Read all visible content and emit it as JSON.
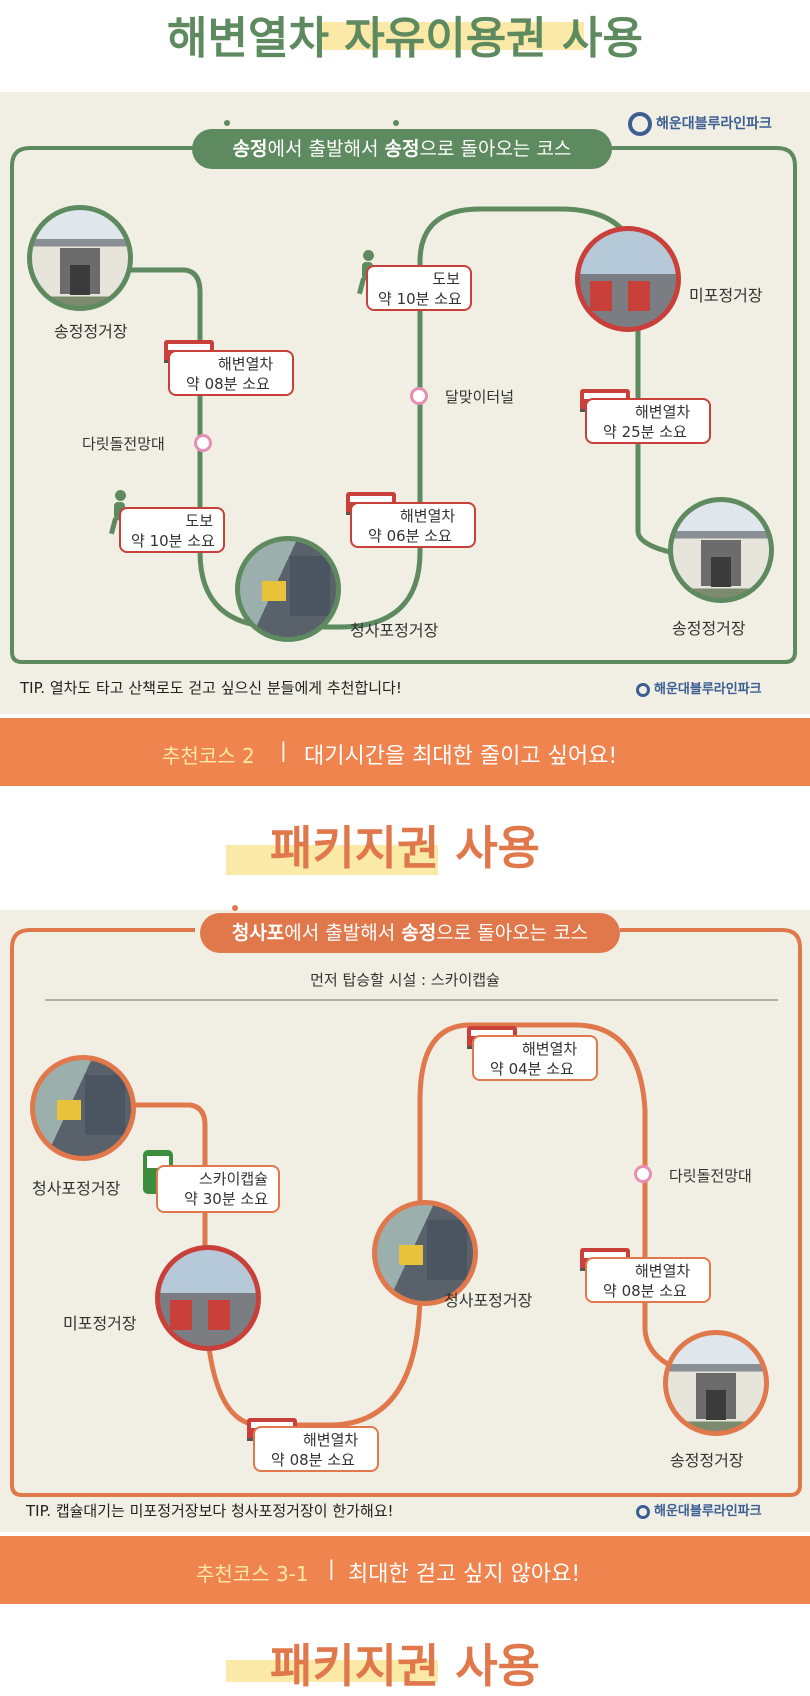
{
  "section1": {
    "title_left": "해변열차",
    "title_right": "자유이용권",
    "title_end": "사용",
    "course_pill_prefix": "송정",
    "course_pill_mid": "에서 출발해서 ",
    "course_pill_mid2": "송정",
    "course_pill_suffix": "으로 돌아오는 코스",
    "logo_text": "해운대블루라인파크",
    "stations": {
      "songjeong_start": "송정정거장",
      "cheongsapo": "청사포정거장",
      "mipo": "미포정거장",
      "songjeong_end": "송정정거장"
    },
    "stops": {
      "darit": "다릿돌전망대",
      "dalmaji": "달맞이터널"
    },
    "legs": [
      {
        "line1": "해변열차",
        "line2": "약 08분 소요"
      },
      {
        "line1": "도보",
        "line2": "약 10분 소요"
      },
      {
        "line1": "해변열차",
        "line2": "약 06분 소요"
      },
      {
        "line1": "도보",
        "line2": "약 10분 소요"
      },
      {
        "line1": "해변열차",
        "line2": "약 25분 소요"
      }
    ],
    "tip": "TIP. 열차도 타고 산책로도 걷고 싶으신 분들에게 추천합니다!",
    "logo2_text": "해운대블루라인파크"
  },
  "banner2": {
    "course": "추천코스 2",
    "divider": "|",
    "text": "대기시간을 최대한 줄이고 싶어요!"
  },
  "section2": {
    "title": "패키지권",
    "title_end": "사용",
    "course_pill_prefix": "청사포",
    "course_pill_mid": "에서 출발해서 ",
    "course_pill_mid2": "송정",
    "course_pill_suffix": "으로 돌아오는 코스",
    "first_ride": "먼저 탑승할 시설 : 스카이캡슐",
    "stations": {
      "cheongsapo_start": "청사포정거장",
      "mipo": "미포정거장",
      "cheongsapo_mid": "청사포정거장",
      "songjeong": "송정정거장"
    },
    "stops": {
      "darit": "다릿돌전망대"
    },
    "legs": [
      {
        "line1": "스카이캡슐",
        "line2": "약 30분 소요"
      },
      {
        "line1": "해변열차",
        "line2": "약 08분 소요"
      },
      {
        "line1": "해변열차",
        "line2": "약 04분 소요"
      },
      {
        "line1": "해변열차",
        "line2": "약 08분 소요"
      }
    ],
    "tip": "TIP. 캡슐대기는 미포정거장보다 청사포정거장이 한가해요!",
    "logo_text": "해운대블루라인파크"
  },
  "banner3": {
    "course": "추천코스 3-1",
    "divider": "|",
    "text": "최대한 걷고 싶지 않아요!"
  },
  "section3": {
    "title": "패키지권",
    "title_end": "사용"
  },
  "colors": {
    "green": "#5e8a5f",
    "orange": "#e0784b",
    "banner": "#f0844f",
    "highlight": "#fbe9a8",
    "pink": "#e58fb4",
    "train_red": "#c9403a"
  }
}
